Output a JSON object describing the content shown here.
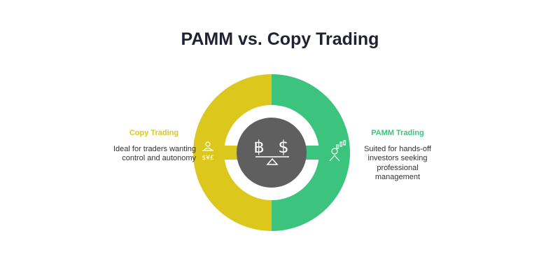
{
  "title": "PAMM vs. Copy Trading",
  "left": {
    "heading": "Copy Trading",
    "description": "Ideal for traders wanting control and autonomy",
    "icon": "trader-currency-icon",
    "color": "#dcc81c"
  },
  "right": {
    "heading": "PAMM Trading",
    "description": "Suited for hands-off investors seeking professional management",
    "icon": "investor-candlestick-icon",
    "color": "#3cc47e"
  },
  "center": {
    "icon": "bitcoin-dollar-balance-icon",
    "color": "#5f5f5f"
  }
}
